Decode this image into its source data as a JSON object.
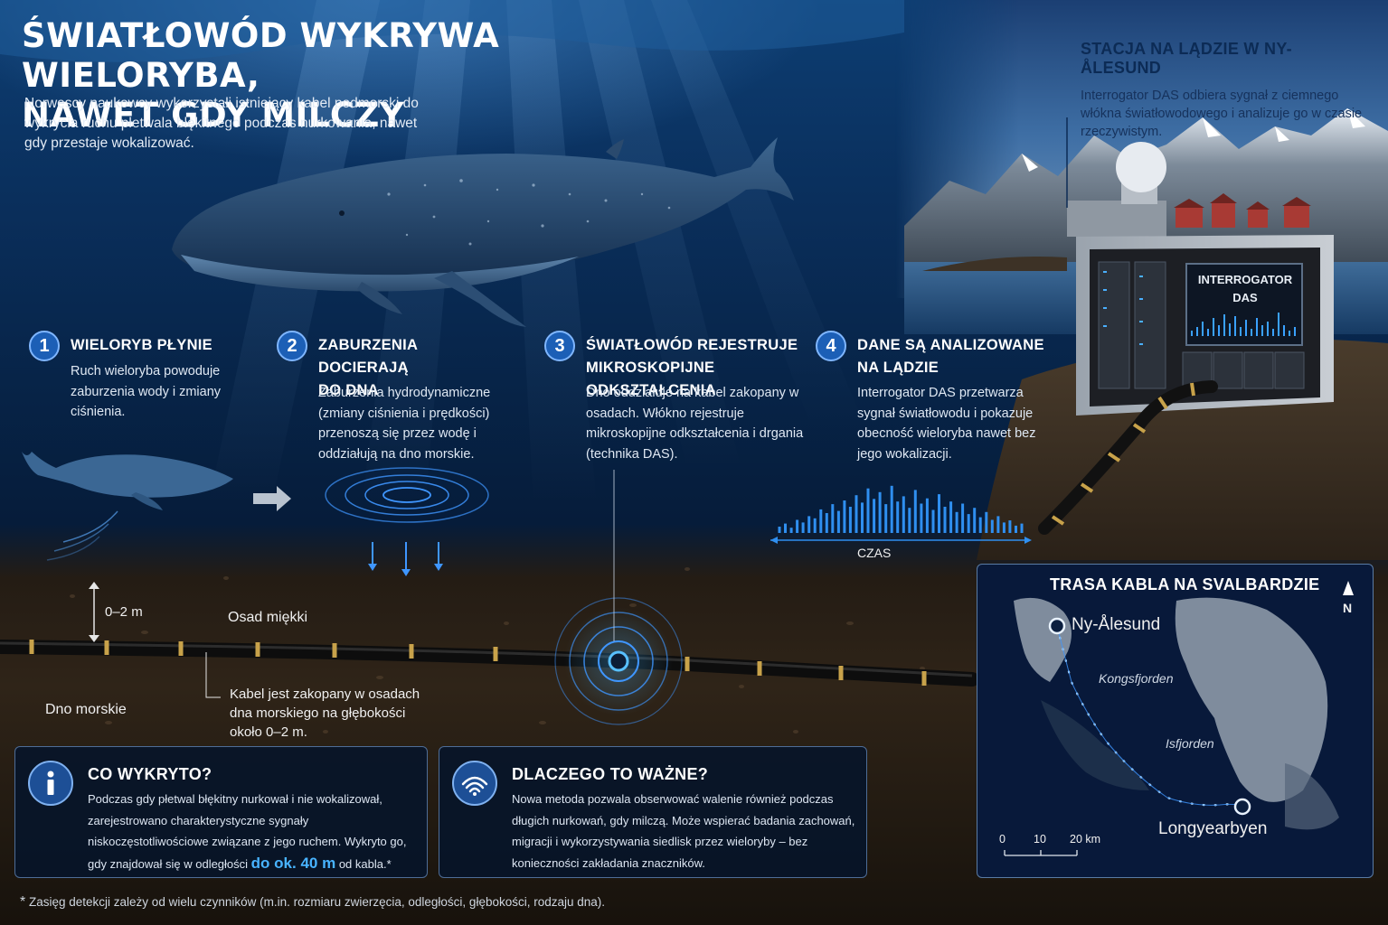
{
  "title": [
    "ŚWIATŁOWÓD WYKRYWA WIELORYBA,",
    "NAWET GDY MILCZY"
  ],
  "subtitle": "Norwescy naukowcy wykorzystali istniejący kabel podmorski do wykrycia ruchu płetwala błękitnego podczas nurkowania, nawet gdy przestaje wokalizować.",
  "station": {
    "heading": "STACJA NA LĄDZIE W NY-ÅLESUND",
    "text": "Interrogator DAS odbiera sygnał z ciemnego włókna światłowodowego i analizuje go w czasie rzeczywistym."
  },
  "interrogator_label": [
    "INTERROGATOR",
    "DAS"
  ],
  "steps": [
    {
      "num": "1",
      "heading": [
        "WIELORYB PŁYNIE"
      ],
      "text": "Ruch wieloryba powoduje zaburzenia wody i zmiany ciśnienia."
    },
    {
      "num": "2",
      "heading": [
        "ZABURZENIA DOCIERAJĄ",
        "DO DNA"
      ],
      "text": "Zaburzenia hydrodynamiczne (zmiany ciśnienia i prędkości) przenoszą się przez wodę i oddziałują na dno morskie."
    },
    {
      "num": "3",
      "heading": [
        "ŚWIATŁOWÓD REJESTRUJE",
        "MIKROSKOPIJNE ODKSZTAŁCENIA"
      ],
      "text": "Dno oddziałuje na kabel zakopany w osadach. Włókno rejestruje mikroskopijne odkształcenia i drgania (technika DAS)."
    },
    {
      "num": "4",
      "heading": [
        "DANE SĄ ANALIZOWANE",
        "NA LĄDZIE"
      ],
      "text": "Interrogator DAS przetwarza sygnał światłowodu i pokazuje obecność wieloryba nawet bez jego wokalizacji."
    }
  ],
  "signal": {
    "axis_label": "CZAS",
    "bars": [
      0.12,
      0.18,
      0.1,
      0.25,
      0.2,
      0.32,
      0.28,
      0.45,
      0.38,
      0.55,
      0.42,
      0.62,
      0.5,
      0.72,
      0.58,
      0.85,
      0.65,
      0.78,
      0.55,
      0.9,
      0.6,
      0.7,
      0.48,
      0.82,
      0.56,
      0.66,
      0.44,
      0.74,
      0.5,
      0.6,
      0.4,
      0.56,
      0.36,
      0.48,
      0.3,
      0.4,
      0.25,
      0.32,
      0.2,
      0.24,
      0.14,
      0.18
    ],
    "color": "#2f8ff0"
  },
  "depth_label": "0–2 m",
  "soft_sediment": "Osad miękki",
  "seabed": "Dno morskie",
  "cable_note": "Kabel jest zakopany w osadach dna morskiego na głębokości około 0–2 m.",
  "detected": {
    "heading": "CO WYKRYTO?",
    "text_before": "Podczas gdy płetwal błękitny nurkował i nie wokalizował, zarejestrowano charakterystyczne sygnały niskoczęstotliwościowe związane z jego ruchem. Wykryto go, gdy znajdował się w odległości",
    "highlight": "do ok. 40 m",
    "text_after": "od kabla.*"
  },
  "importance": {
    "heading": "DLACZEGO TO WAŻNE?",
    "text": "Nowa metoda pozwala obserwować walenie również podczas długich nurkowań, gdy milczą. Może wspierać badania zachowań, migracji i wykorzystywania siedlisk przez wieloryby – bez konieczności zakładania znaczników."
  },
  "map": {
    "heading": "TRASA KABLA NA SVALBARDZIE",
    "north": "N",
    "start": "Ny-Ålesund",
    "end": "Longyearbyen",
    "fjord1": "Kongsfjorden",
    "fjord2": "Isfjorden",
    "scale": [
      "0",
      "10",
      "20 km"
    ]
  },
  "footnote": "Zasięg detekcji zależy od wielu czynników (m.in. rozmiaru zwierzęcia, odległości, głębokości, rodzaju dna).",
  "colors": {
    "accent": "#2f8ff0",
    "highlight": "#48b3ff",
    "badge": "#1c5fb6"
  }
}
